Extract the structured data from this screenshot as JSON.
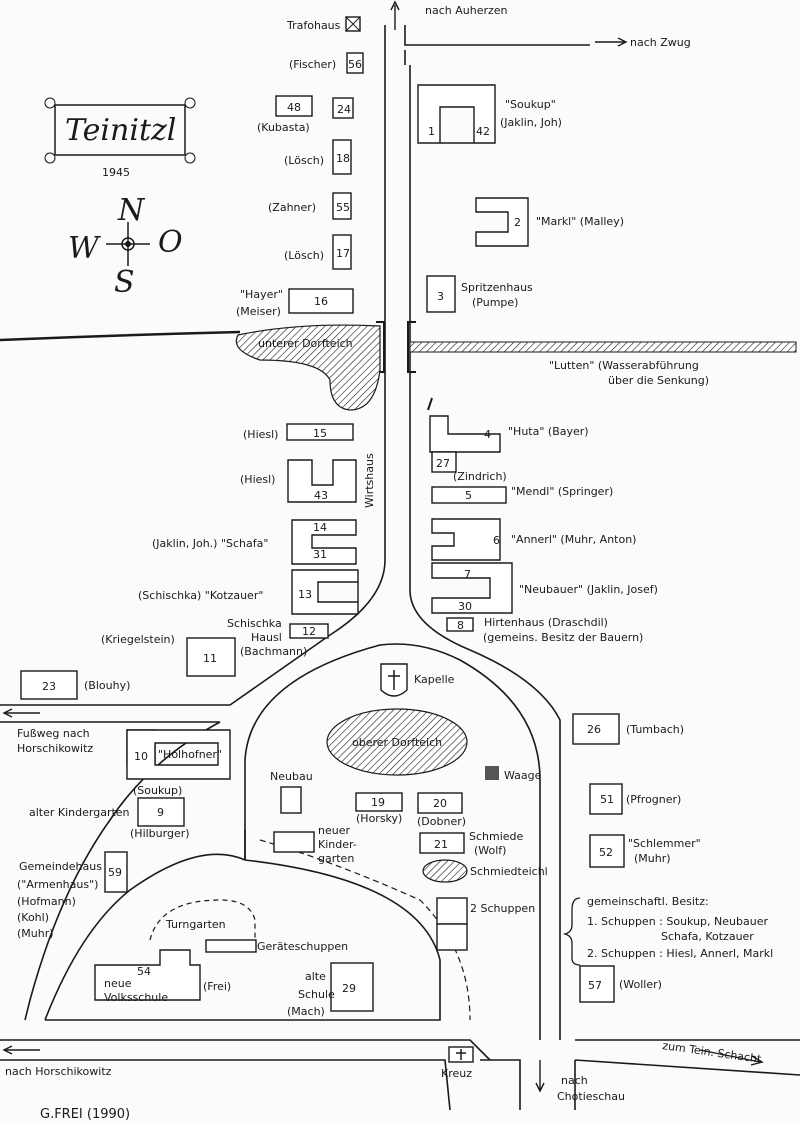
{
  "map": {
    "title": "Teinitzl",
    "year": "1945",
    "compass": {
      "n": "N",
      "w": "W",
      "o": "O",
      "s": "S"
    },
    "signature": "G.FREI (1990)",
    "labels": {
      "nach_auherzen": "nach Auherzen",
      "nach_zwug": "nach Zwug",
      "trafohaus": "Trafohaus",
      "fischer": "(Fischer)",
      "kubasta": "(Kubasta)",
      "losch1": "(Lösch)",
      "zahner": "(Zahner)",
      "losch2": "(Lösch)",
      "hayer": "\"Hayer\"",
      "meiser": "(Meiser)",
      "soukup": "\"Soukup\"",
      "jaklin_joh": "(Jaklin, Joh)",
      "markl": "\"Markl\" (Malley)",
      "spritzenhaus": "Spritzenhaus",
      "pumpe": "(Pumpe)",
      "unterer_dorfteich": "unterer Dorfteich",
      "lutten": "\"Lutten\" (Wasserabführung",
      "lutten2": "über die Senkung)",
      "hiesl1": "(Hiesl)",
      "hiesl2": "(Hiesl)",
      "wirtshaus": "Wirtshaus",
      "huta": "\"Huta\" (Bayer)",
      "zindrich": "(Zindrich)",
      "mendl": "\"Mendl\" (Springer)",
      "schafa": "(Jaklin, Joh.) \"Schafa\"",
      "annerl": "\"Annerl\" (Muhr, Anton)",
      "kotzauer": "(Schischka) \"Kotzauer\"",
      "neubauer": "\"Neubauer\" (Jaklin, Josef)",
      "schischka_hausl": "Schischka",
      "hausl": "Hausl",
      "bachmann": "(Bachmann)",
      "hirtenhaus": "Hirtenhaus (Draschdil)",
      "gemeins": "(gemeins. Besitz der Bauern)",
      "kriegelstein": "(Kriegelstein)",
      "blouhy": "(Blouhy)",
      "kapelle": "Kapelle",
      "fussweg": "Fußweg nach",
      "horschikowitz": "Horschikowitz",
      "holhofner": "\"Holhofner\"",
      "soukup2": "(Soukup)",
      "oberer_dorfteich": "oberer Dorfteich",
      "waage": "Waage",
      "tumbach": "(Tumbach)",
      "neubau": "Neubau",
      "alter_kg": "alter Kindergarten",
      "hilburger": "(Hilburger)",
      "horsky": "(Horsky)",
      "dobner": "(Dobner)",
      "pfrogner": "(Pfrogner)",
      "neuer": "neuer",
      "kinder": "Kinder-",
      "garten": "garten",
      "schmiede": "Schmiede",
      "wolf": "(Wolf)",
      "schlemmer": "\"Schlemmer\"",
      "muhr2": "(Muhr)",
      "gemeindehaus": "Gemeindehaus",
      "armenhaus": "(\"Armenhaus\")",
      "hofmann": "(Hofmann)",
      "kohl": "(Kohl)",
      "muhr3": "(Muhr)",
      "schmiedteichl": "Schmiedteichl",
      "zwei_schuppen": "2 Schuppen",
      "gem_besitz": "gemeinschaftl. Besitz:",
      "schuppen1": "1. Schuppen : Soukup, Neubauer",
      "schuppen1b": "Schafa, Kotzauer",
      "schuppen2": "2. Schuppen : Hiesl, Annerl, Markl",
      "turngarten": "Turngarten",
      "gerateschuppen": "Geräteschuppen",
      "neue": "neue",
      "volksschule": "Volksschule",
      "frei": "(Frei)",
      "alte": "alte",
      "schule": "Schule",
      "mach": "(Mach)",
      "woller": "(Woller)",
      "tein_schacht": "zum Tein. Schacht",
      "nach_horschikowitz": "nach Horschikowitz",
      "kreuz": "Kreuz",
      "nach": "nach",
      "chotieschau": "Chotieschau"
    },
    "numbers": {
      "n56": "56",
      "n48": "48",
      "n24": "24",
      "n18": "18",
      "n55": "55",
      "n17": "17",
      "n16": "16",
      "n1": "1",
      "n42": "42",
      "n2": "2",
      "n3": "3",
      "n15": "15",
      "n43": "43",
      "n4": "4",
      "n27": "27",
      "n5": "5",
      "n14": "14",
      "n31": "31",
      "n6": "6",
      "n13": "13",
      "n7": "7",
      "n30": "30",
      "n12": "12",
      "n8": "8",
      "n11": "11",
      "n23": "23",
      "n10": "10",
      "n26": "26",
      "n9": "9",
      "n19": "19",
      "n20": "20",
      "n51": "51",
      "n21": "21",
      "n52": "52",
      "n59": "59",
      "n54": "54",
      "n29": "29",
      "n57": "57"
    }
  }
}
